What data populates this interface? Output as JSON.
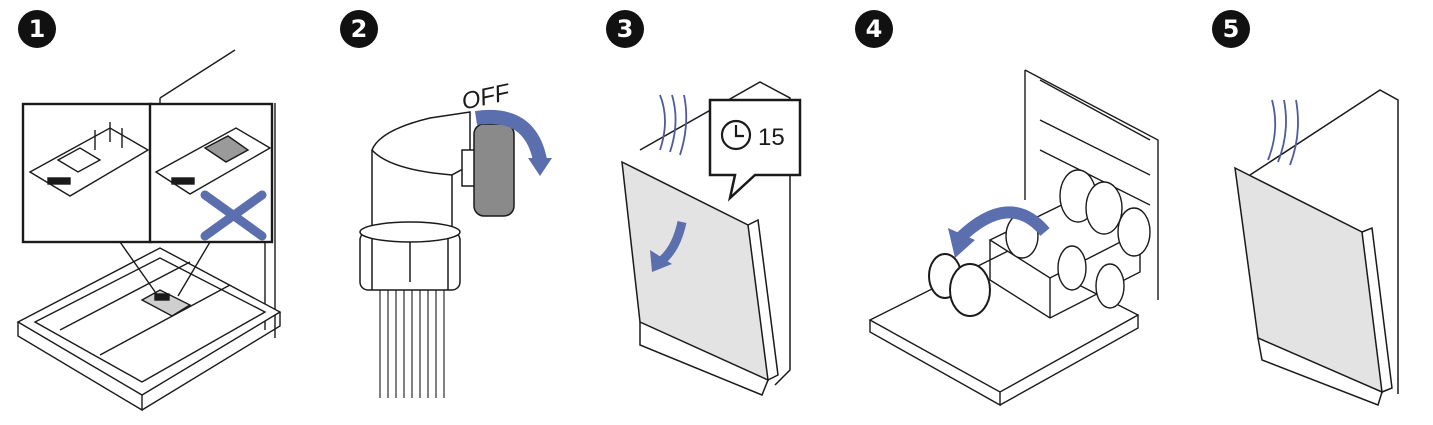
{
  "steps": [
    {
      "number": "1",
      "icon": "detergent-dispenser-empty-icon"
    },
    {
      "number": "2",
      "icon": "water-tap-off-icon"
    },
    {
      "number": "3",
      "icon": "door-ajar-timer-icon"
    },
    {
      "number": "4",
      "icon": "unload-lower-rack-icon"
    },
    {
      "number": "5",
      "icon": "door-ajar-steam-icon"
    }
  ],
  "tap_label": "OFF",
  "timer_minutes": "15",
  "colors": {
    "line": "#1a1a1a",
    "accent_blue": "#5b6fae",
    "steam": "#4d5a9e",
    "door_fill": "#e3e3e3",
    "knob_fill": "#8a8a8a",
    "cross": "#5b6fae"
  }
}
